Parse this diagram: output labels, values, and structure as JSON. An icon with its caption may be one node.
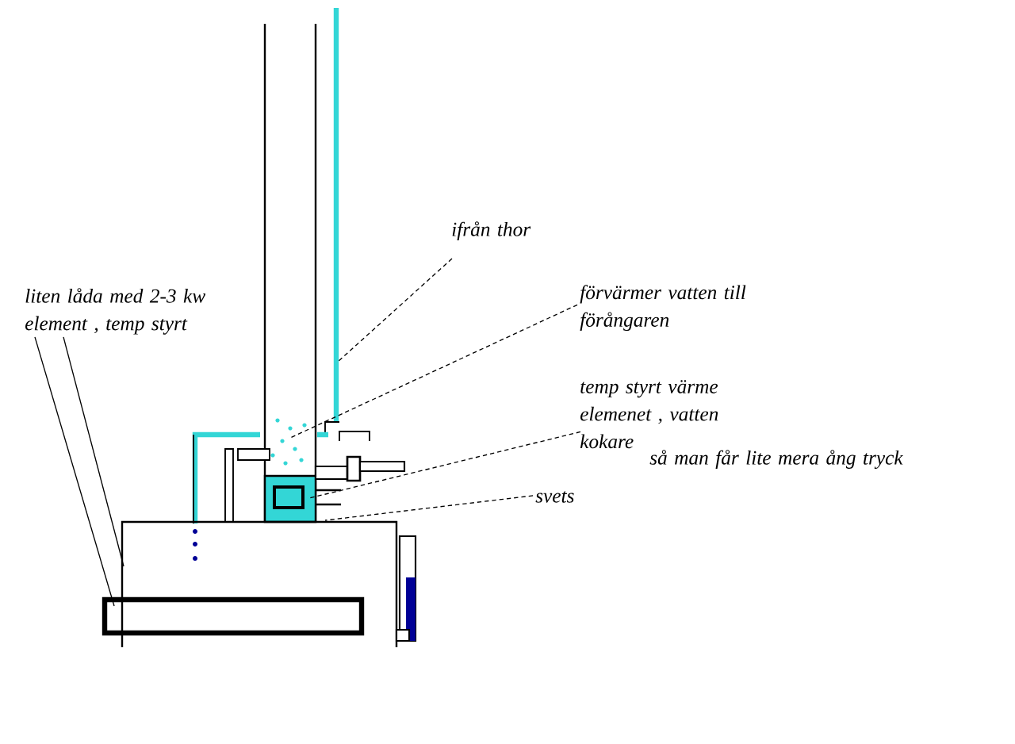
{
  "diagram": {
    "nodes": [
      {
        "text": [
          "liten låda med 2-3 kw element , temp styrt"
        ]
      },
      {
        "text": [
          "ifrån thor"
        ]
      },
      {
        "text": [
          "förvärmer vatten till förångaren"
        ]
      },
      {
        "text": [
          "temp styrt värme elemenet , vatten kokare"
        ]
      },
      {
        "text": [
          "svets"
        ]
      }
    ],
    "edges": [
      {
        "from": 0,
        "to": null,
        "arrow": "none"
      },
      {
        "from": 0,
        "to": null,
        "arrow": "none"
      },
      {
        "from": 1,
        "to": null,
        "arrow": "none",
        "style": "dashed"
      },
      {
        "from": 2,
        "to": null,
        "arrow": "none",
        "style": "dashed"
      },
      {
        "from": 3,
        "to": null,
        "arrow": "none",
        "style": "dashed"
      },
      {
        "from": 4,
        "to": null,
        "arrow": "none",
        "style": "dashed"
      }
    ],
    "labels": [
      "så man får lite mera ång tryck"
    ]
  }
}
